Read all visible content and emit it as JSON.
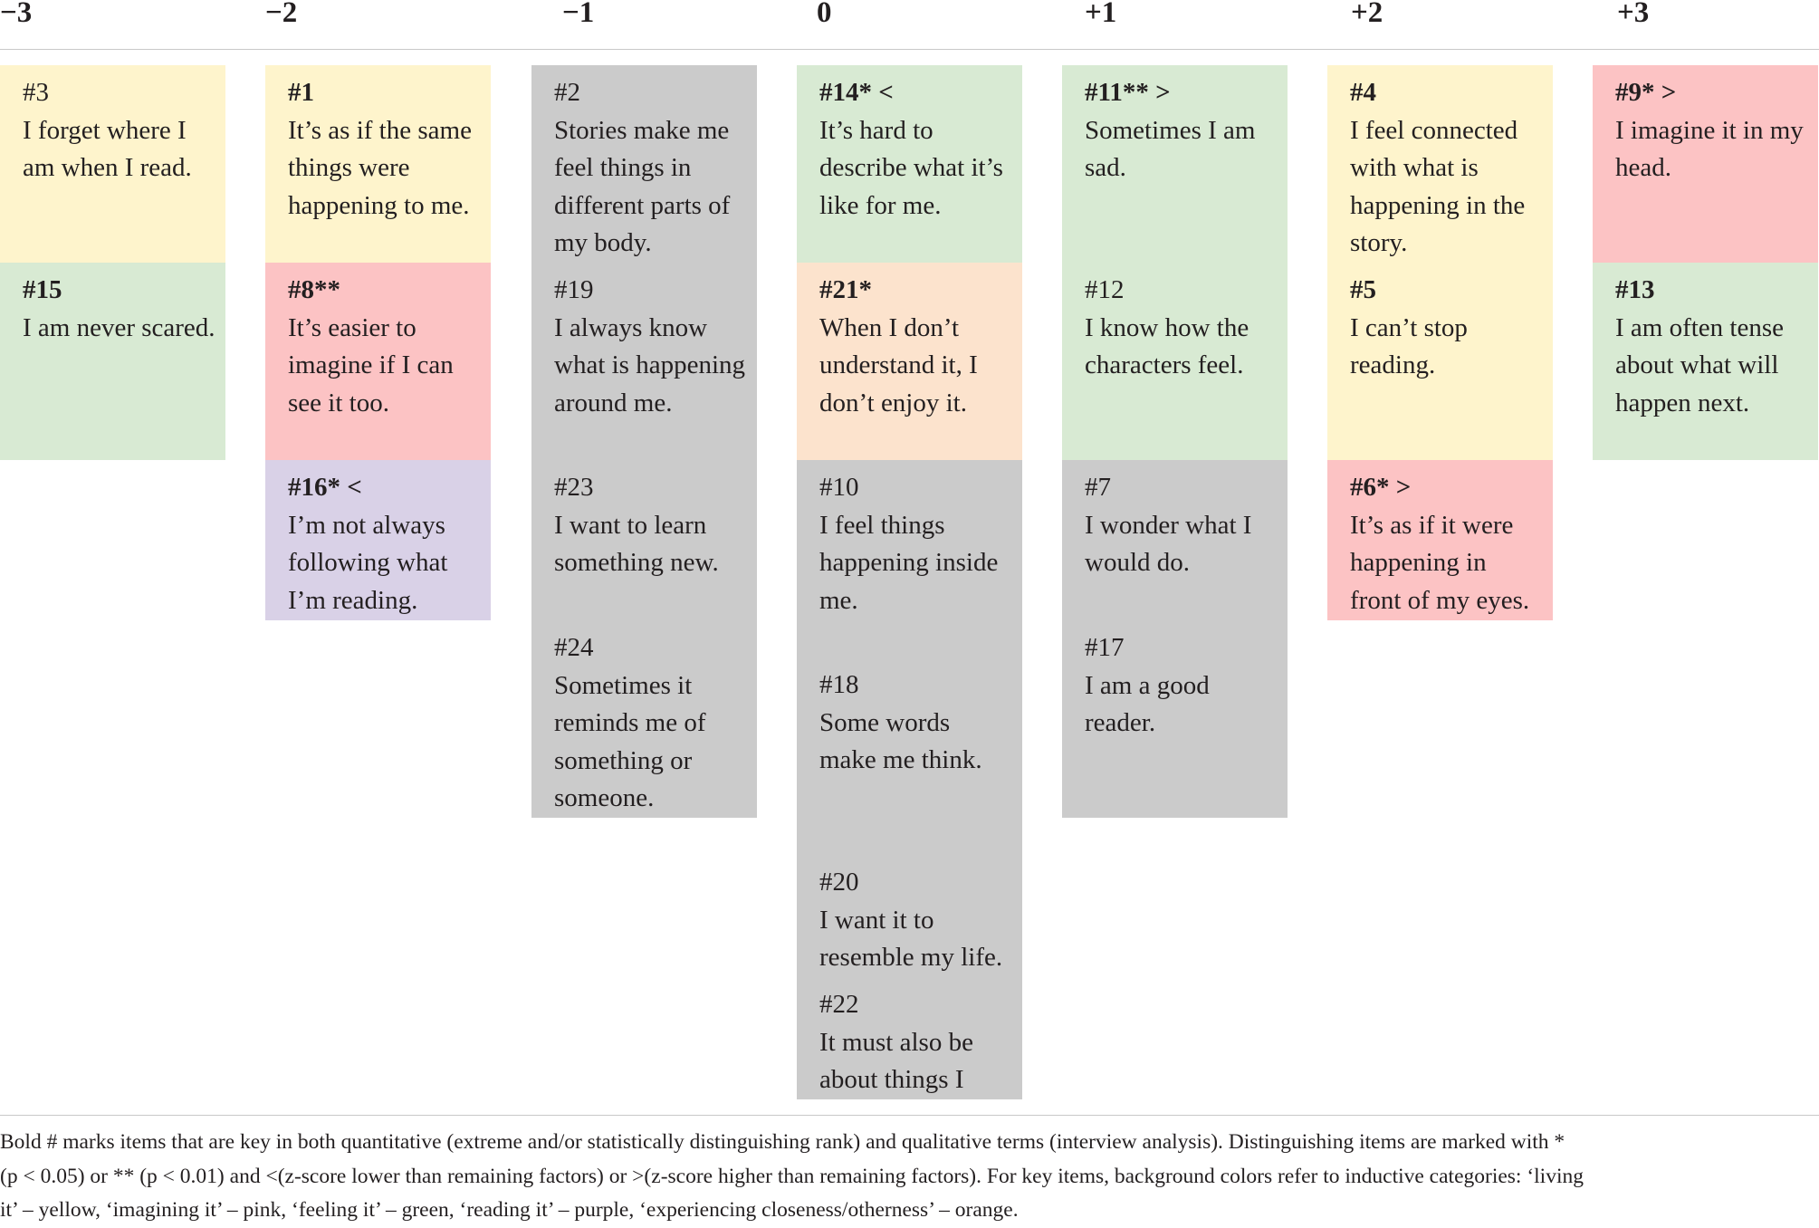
{
  "columns": [
    {
      "label": "−3"
    },
    {
      "label": "−2"
    },
    {
      "label": "−1"
    },
    {
      "label": "0"
    },
    {
      "label": "+1"
    },
    {
      "label": "+2"
    },
    {
      "label": "+3"
    }
  ],
  "categories": {
    "yellow": {
      "name": "living it",
      "color": "#fef4cc"
    },
    "pink": {
      "name": "imagining it",
      "color": "#fcc3c4"
    },
    "green": {
      "name": "feeling it",
      "color": "#d8ead3"
    },
    "purple": {
      "name": "reading it",
      "color": "#d9d1e7"
    },
    "orange": {
      "name": "experiencing closeness/otherness",
      "color": "#fce3cd"
    },
    "gray": {
      "name": "",
      "color": "#cbcbcb"
    }
  },
  "items": [
    {
      "column": "−3",
      "num": "#3",
      "text": "I forget where I am when I read.",
      "key": false,
      "category": "yellow"
    },
    {
      "column": "−3",
      "num": "#15",
      "text": "I am never scared.",
      "key": true,
      "category": "green"
    },
    {
      "column": "−2",
      "num": "#1",
      "text": "It’s as if the same things were happening to me.",
      "key": true,
      "category": "yellow"
    },
    {
      "column": "−2",
      "num": "#8**",
      "text": "It’s easier to imagine if I can see it too.",
      "key": true,
      "category": "pink"
    },
    {
      "column": "−2",
      "num": "#16* <",
      "text": "I’m not always following what I’m reading.",
      "key": true,
      "category": "purple"
    },
    {
      "column": "−1",
      "num": "#2",
      "text": "Stories make me feel things in different parts of my body.",
      "key": false,
      "category": "gray"
    },
    {
      "column": "−1",
      "num": "#19",
      "text": "I always know what is happening around me.",
      "key": false,
      "category": "gray"
    },
    {
      "column": "−1",
      "num": "#23",
      "text": "I want to learn something new.",
      "key": false,
      "category": "gray"
    },
    {
      "column": "−1",
      "num": "#24",
      "text": "Sometimes it reminds me of something or someone.",
      "key": false,
      "category": "gray"
    },
    {
      "column": "0",
      "num": "#14* <",
      "text": "It’s hard to describe what it’s like for me.",
      "key": true,
      "category": "green"
    },
    {
      "column": "0",
      "num": "#21*",
      "text": "When I don’t understand it, I don’t enjoy it.",
      "key": true,
      "category": "orange"
    },
    {
      "column": "0",
      "num": "#10",
      "text": "I feel things happening inside me.",
      "key": false,
      "category": "gray"
    },
    {
      "column": "0",
      "num": "#18",
      "text": "Some words make me think.",
      "key": false,
      "category": "gray"
    },
    {
      "column": "0",
      "num": "#20",
      "text": "I want it to resemble my life.",
      "key": false,
      "category": "gray"
    },
    {
      "column": "0",
      "num": "#22",
      "text": "It must also be about things I like.",
      "key": false,
      "category": "gray"
    },
    {
      "column": "+1",
      "num": "#11** >",
      "text": "Sometimes I am sad.",
      "key": true,
      "category": "green"
    },
    {
      "column": "+1",
      "num": "#12",
      "text": "I know how the characters feel.",
      "key": false,
      "category": "green"
    },
    {
      "column": "+1",
      "num": "#7",
      "text": "I wonder what I would do.",
      "key": false,
      "category": "gray"
    },
    {
      "column": "+1",
      "num": "#17",
      "text": "I am a good reader.",
      "key": false,
      "category": "gray"
    },
    {
      "column": "+2",
      "num": "#4",
      "text": "I feel connected with what is happening in the story.",
      "key": true,
      "category": "yellow"
    },
    {
      "column": "+2",
      "num": "#5",
      "text": "I can’t stop reading.",
      "key": true,
      "category": "yellow"
    },
    {
      "column": "+2",
      "num": "#6* >",
      "text": "It’s as if it were happening in front of my eyes.",
      "key": true,
      "category": "pink"
    },
    {
      "column": "+3",
      "num": "#9* >",
      "text": "I imagine it in my head.",
      "key": true,
      "category": "pink"
    },
    {
      "column": "+3",
      "num": "#13",
      "text": "I am often tense about what will happen next.",
      "key": true,
      "category": "green"
    }
  ],
  "footnote": {
    "line1": "Bold # marks items that are key in both quantitative (extreme and/or statistically distinguishing rank) and qualitative terms (interview analysis). Distinguishing items are marked with *",
    "line2": "(p < 0.05) or ** (p < 0.01) and <(z-score lower than remaining factors) or >(z-score higher than remaining factors). For key items, background colors refer to inductive categories: ‘living",
    "line3": "it’ – yellow, ‘imagining it’ – pink, ‘feeling it’ – green, ‘reading it’ – purple, ‘experiencing closeness/otherness’ – orange."
  }
}
